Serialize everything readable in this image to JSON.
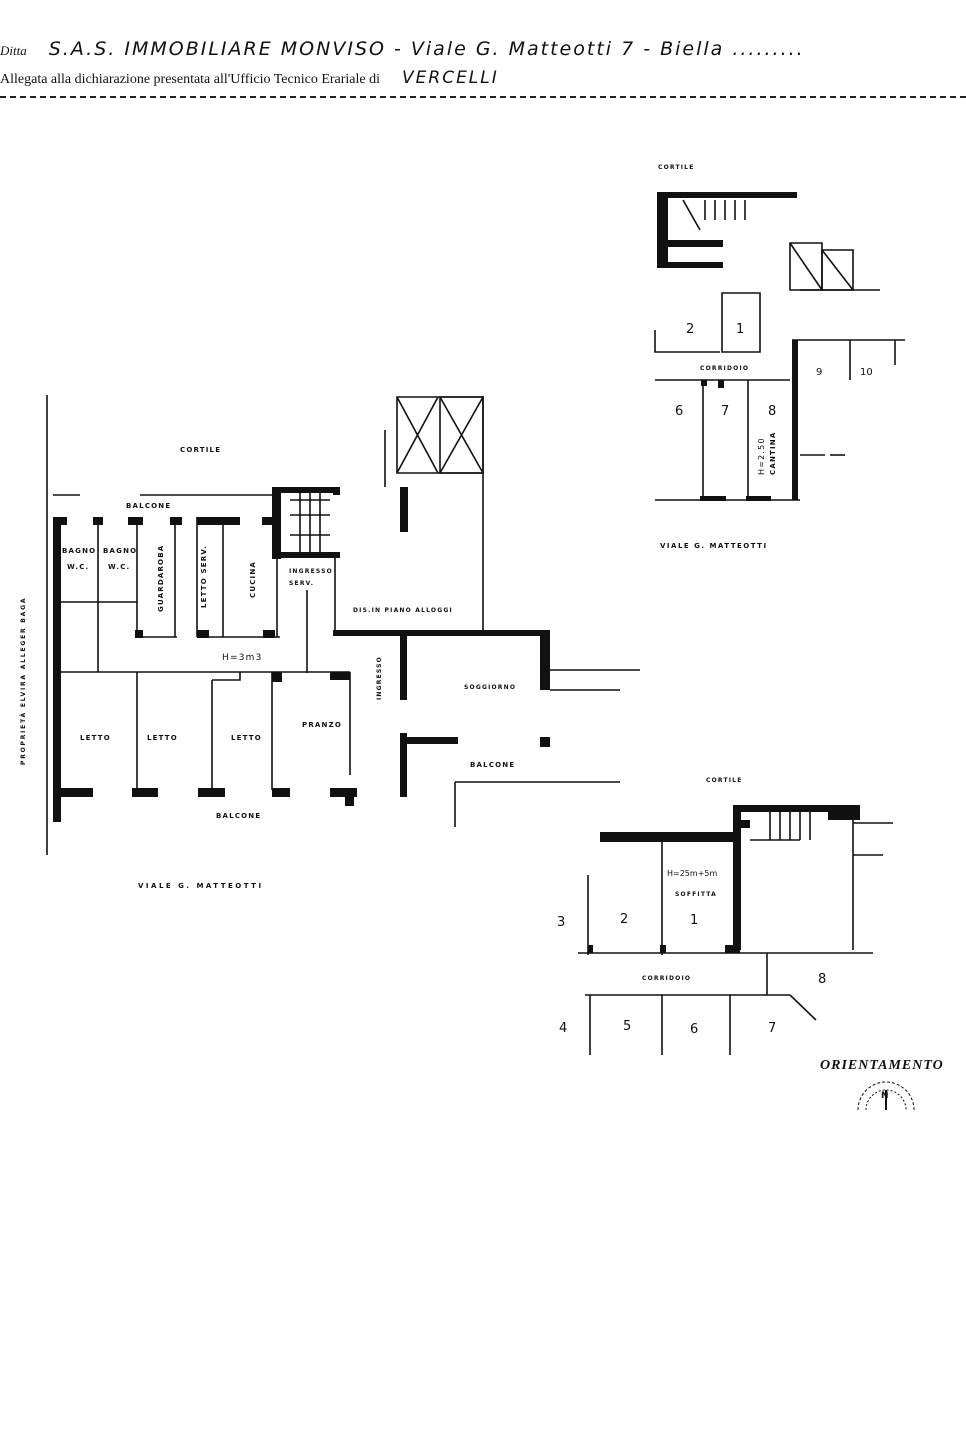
{
  "header": {
    "line1_prefix": "Ditta",
    "owner": "S.A.S. IMMOBILIARE MONVISO - Viale G. Matteotti 7 - Biella .........",
    "line2_text": "Allegata alla dichiarazione presentata all'Ufficio Tecnico Erariale di",
    "office_city": "VERCELLI"
  },
  "main_plan": {
    "courtyard": "CORTILE",
    "balcony_top": "BALCONE",
    "bath1": "BAGNO",
    "bath1_sub": "W.C.",
    "bath2": "BAGNO",
    "bath2_sub": "W.C.",
    "wardrobe": "GUARDAROBA",
    "service_bedroom": "LETTO SERV.",
    "kitchen": "CUCINA",
    "service_entrance": "INGRESSO",
    "service_entrance_sub": "SERV.",
    "landing": "DIS.IN PIANO ALLOGGI",
    "height": "H=3m3",
    "entrance": "INGRESSO",
    "living": "SOGGIORNO",
    "bed1": "LETTO",
    "bed2": "LETTO",
    "bed3": "LETTO",
    "dining": "PRANZO",
    "balcony_right": "BALCONE",
    "balcony_bottom": "BALCONE",
    "street": "VIALE G. MATTEOTTI",
    "neighbor": "PROPRIETÀ ELVIRA ALLEGER BAGA"
  },
  "cellar_plan": {
    "courtyard": "CORTILE",
    "rooms": [
      "1",
      "2",
      "6",
      "7",
      "8",
      "9",
      "10"
    ],
    "corridor": "CORRIDOIO",
    "height": "H=2.50",
    "cellar": "CANTINA",
    "street": "VIALE G. MATTEOTTI"
  },
  "attic_plan": {
    "courtyard": "CORTILE",
    "height": "H=25m+5m",
    "attic": "SOFFITTA",
    "rooms": [
      "1",
      "2",
      "3",
      "4",
      "5",
      "6",
      "7",
      "8"
    ],
    "corridor": "CORRIDOIO"
  },
  "orientation": {
    "label": "ORIENTAMENTO",
    "north": "N"
  }
}
